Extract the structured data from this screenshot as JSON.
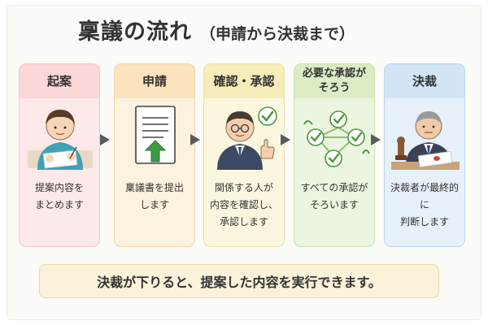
{
  "title": {
    "main": "稟議の流れ",
    "sub": "（申請から決裁まで）"
  },
  "steps": [
    {
      "heading": "起案",
      "desc_line1": "提案内容を",
      "desc_line2": "まとめます",
      "desc_line3": ""
    },
    {
      "heading": "申請",
      "desc_line1": "稟議書を提出",
      "desc_line2": "します",
      "desc_line3": ""
    },
    {
      "heading": "確認・承認",
      "desc_line1": "関係する人が",
      "desc_line2": "内容を確認し、",
      "desc_line3": "承認します"
    },
    {
      "heading_line1": "必要な承認が",
      "heading_line2": "そろう",
      "desc_line1": "すべての承認が",
      "desc_line2": "そろいます",
      "desc_line3": ""
    },
    {
      "heading": "決裁",
      "desc_line1": "決裁者が最終的に",
      "desc_line2": "判断します",
      "desc_line3": ""
    }
  ],
  "footer": {
    "text": "決裁が下りると、提案した内容を実行できます。"
  },
  "colors": {
    "step1": "#fde9ea",
    "step2": "#fdf1df",
    "step3": "#fbf7df",
    "step4": "#ecf5df",
    "step5": "#e7f1fa",
    "arrow": "#5a5a5a",
    "check": "#4a9a3c",
    "upload_arrow": "#3f9a45"
  },
  "icons": {
    "step1": "person-writing-icon",
    "step2": "document-upload-icon",
    "step3": "reviewer-thumbs-up-icon",
    "step4": "approval-checks-network-icon",
    "step5": "decision-maker-stamp-icon",
    "arrow": "chevron-right-icon"
  }
}
